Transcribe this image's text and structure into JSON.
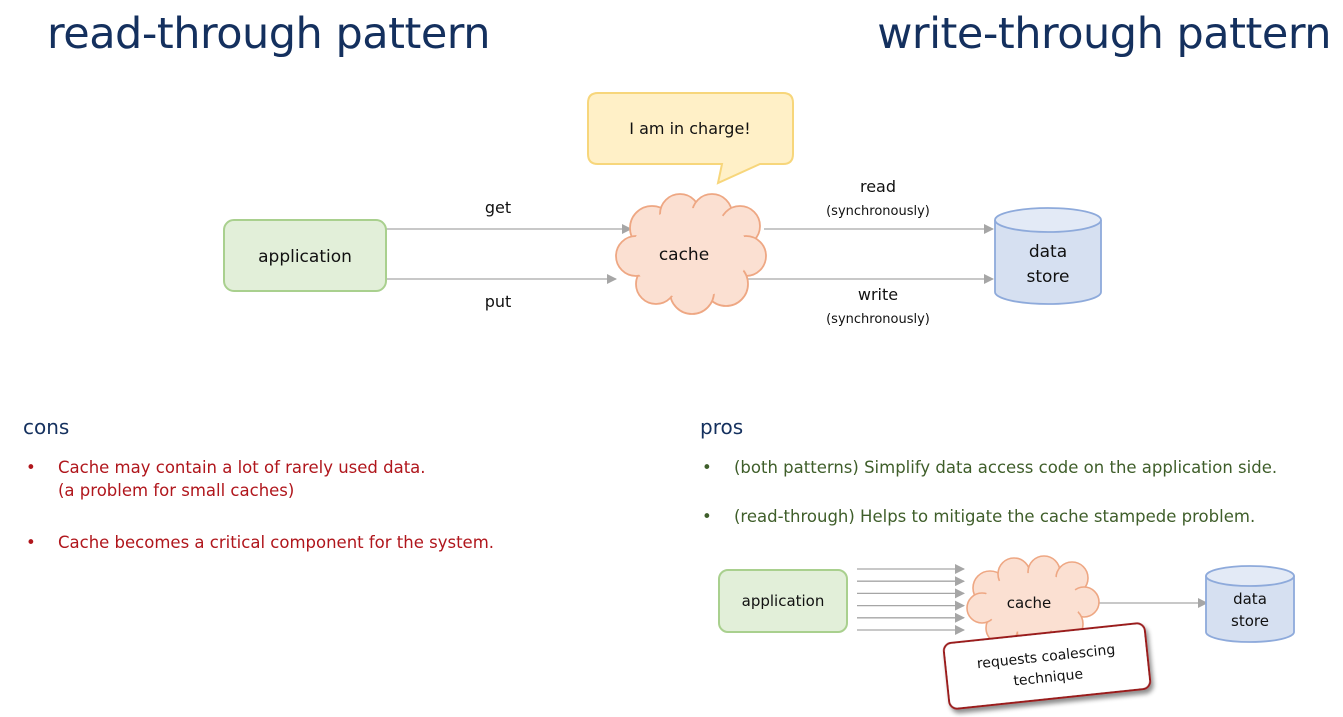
{
  "titles": {
    "left": "read-through pattern",
    "right": "write-through pattern"
  },
  "main_diagram": {
    "callout": "I am in charge!",
    "application": "application",
    "cache": "cache",
    "data_store_line1": "data",
    "data_store_line2": "store",
    "get": "get",
    "put": "put",
    "read": "read",
    "read_note": "(synchronously)",
    "write": "write",
    "write_note": "(synchronously)"
  },
  "cons": {
    "heading": "cons",
    "bullet_glyph": "•",
    "items": [
      {
        "line1": "Cache may contain a lot of rarely used data.",
        "line2": "(a problem for small caches)"
      },
      {
        "line1": "Cache becomes a critical component for the system."
      }
    ]
  },
  "pros": {
    "heading": "pros",
    "bullet_glyph": "•",
    "items": [
      {
        "line1": "(both patterns) Simplify data access code on the application side."
      },
      {
        "line1": "(read-through) Helps to mitigate the cache stampede problem."
      }
    ]
  },
  "mini_diagram": {
    "application": "application",
    "cache": "cache",
    "data_store_line1": "data",
    "data_store_line2": "store",
    "request_arrows": 6,
    "note_line1": "requests coalescing",
    "note_line2": "technique"
  },
  "colors": {
    "title": "#14305e",
    "app_fill": "#e2efd9",
    "app_stroke": "#a9d08e",
    "cache_fill": "#fbe0d2",
    "cache_stroke": "#eea783",
    "store_fill": "#d6e0f1",
    "store_stroke": "#8eaadb",
    "callout_fill": "#fff0c7",
    "callout_stroke": "#f7d67b",
    "arrow": "#a6a6a6",
    "cons_text": "#b0161c",
    "pros_text": "#3f5e2a",
    "note_border": "#9b1b1f"
  }
}
